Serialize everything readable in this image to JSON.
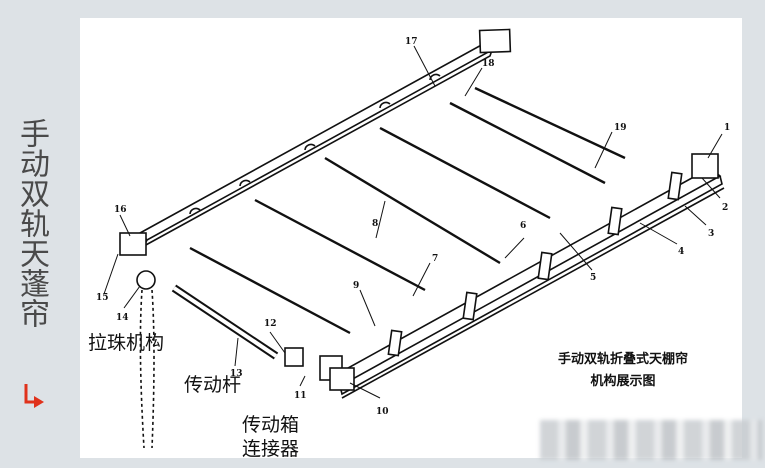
{
  "side_title": "手动双轨天蓬帘",
  "caption": {
    "line1": "手动双轨折叠式天棚帘",
    "line2": "机构展示图"
  },
  "callouts": [
    "1",
    "2",
    "3",
    "4",
    "5",
    "6",
    "7",
    "8",
    "9",
    "10",
    "11",
    "12",
    "13",
    "14",
    "15",
    "16",
    "17",
    "18",
    "19"
  ],
  "cn_labels": {
    "bead_mechanism": "拉珠机构",
    "drive_rod": "传动杆",
    "gearbox_line1": "传动箱",
    "gearbox_line2": "连接器"
  },
  "colors": {
    "accent_arrow": "#e0321c",
    "line": "#111111"
  }
}
